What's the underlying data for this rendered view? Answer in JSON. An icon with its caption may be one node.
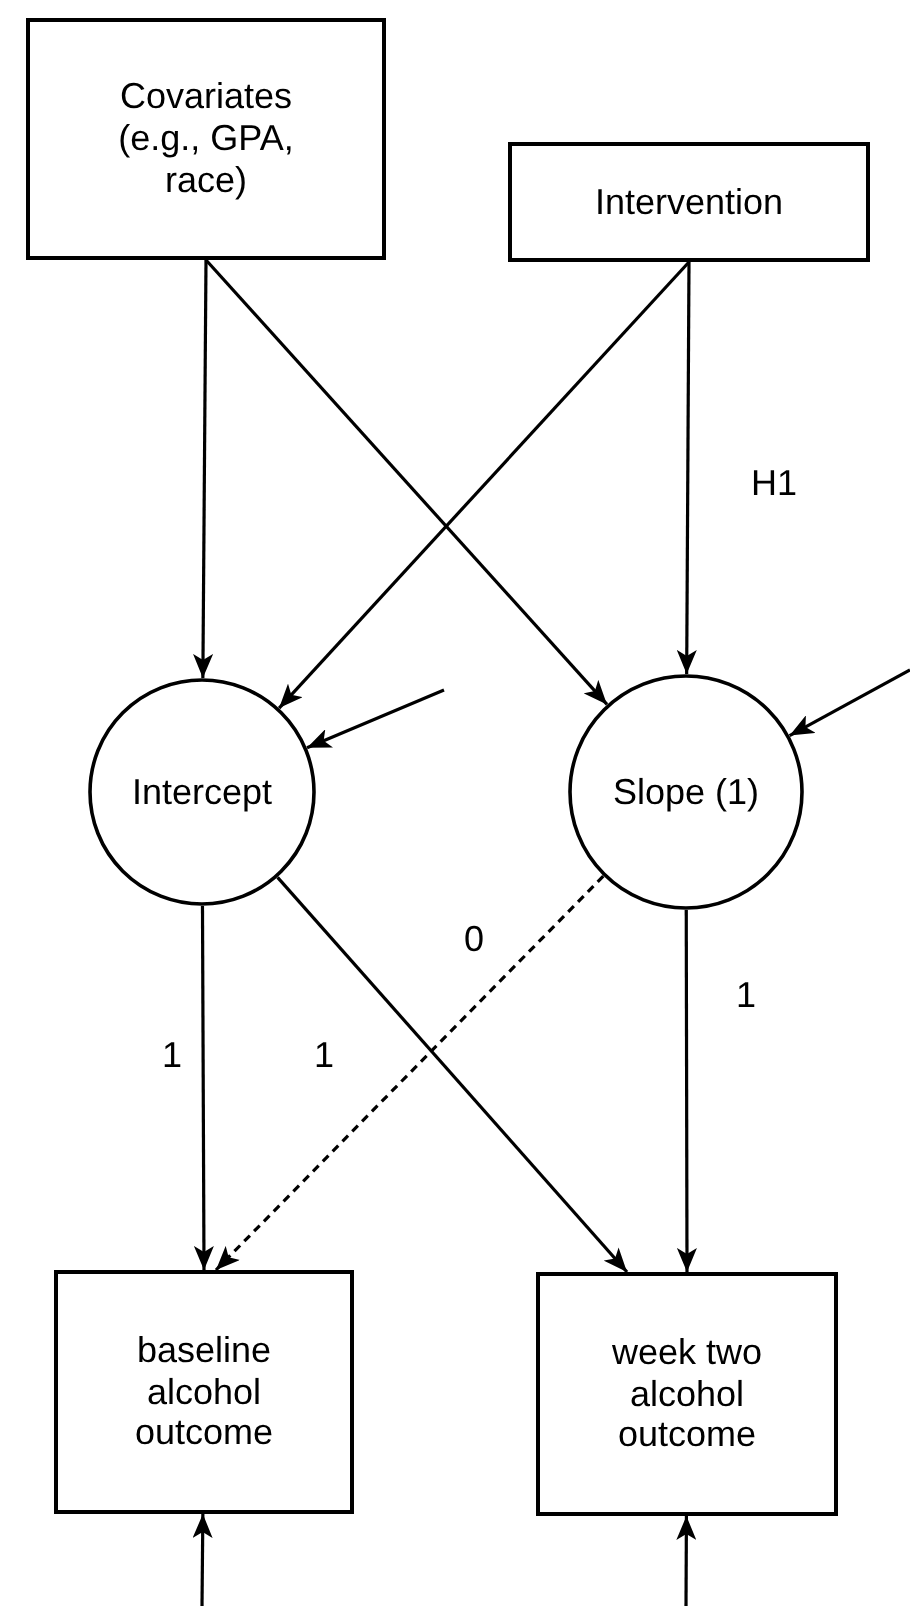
{
  "diagram": {
    "nodes": [
      {
        "text": [
          "Covariates (e.g., GPA, race)"
        ]
      },
      {
        "text": [
          "Intervention"
        ]
      },
      {
        "text": [
          "Intercept"
        ]
      },
      {
        "text": [
          "Slope (1)"
        ]
      },
      {
        "text": [
          "baseline alcohol outcome"
        ]
      },
      {
        "text": [
          "week two alcohol outcome"
        ]
      }
    ],
    "edges": [
      {
        "from": 0,
        "to": 2,
        "arrow": "to"
      },
      {
        "from": 0,
        "to": 3,
        "arrow": "to"
      },
      {
        "from": 1,
        "to": 2,
        "arrow": "to"
      },
      {
        "from": 1,
        "to": 3,
        "arrow": "to",
        "label": "H1"
      },
      {
        "from": null,
        "to": 2,
        "arrow": "to"
      },
      {
        "from": null,
        "to": 3,
        "arrow": "to"
      },
      {
        "from": 2,
        "to": 4,
        "arrow": "to",
        "label": "1"
      },
      {
        "from": 2,
        "to": 5,
        "arrow": "to",
        "label": "1"
      },
      {
        "from": 3,
        "to": 4,
        "arrow": "to",
        "label": "0",
        "style": "dashed"
      },
      {
        "from": 3,
        "to": 5,
        "arrow": "to",
        "label": "1"
      },
      {
        "from": null,
        "to": 4,
        "arrow": "to"
      },
      {
        "from": null,
        "to": 5,
        "arrow": "to"
      }
    ]
  }
}
